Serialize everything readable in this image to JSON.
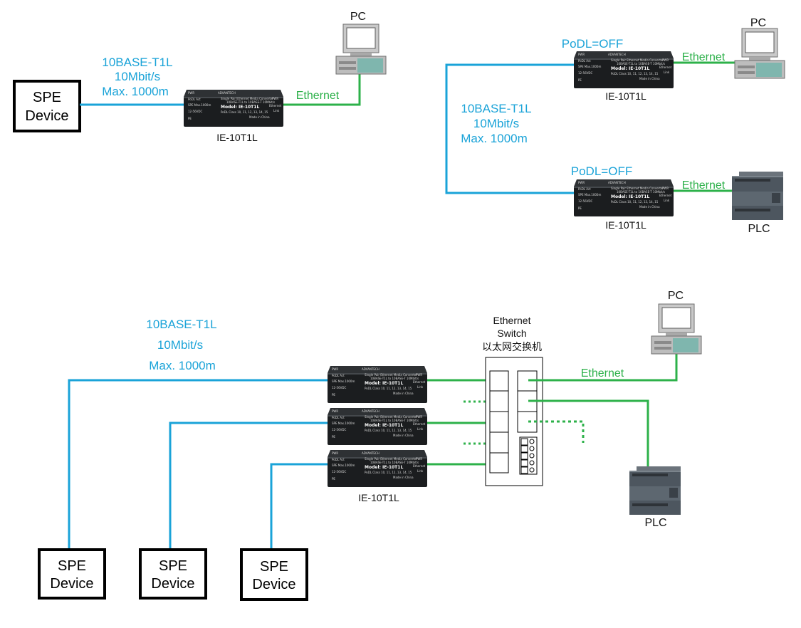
{
  "colors": {
    "spe_link": "#1aa3d8",
    "ethernet_link": "#2db14a",
    "frame": "#000000"
  },
  "diagram1": {
    "spe_device": {
      "line1": "SPE",
      "line2": "Device"
    },
    "link": {
      "line1": "10BASE-T1L",
      "line2": "10Mbit/s",
      "line3": "Max. 1000m"
    },
    "converter_label": "IE-10T1L",
    "ethernet_label": "Ethernet",
    "pc_label": "PC"
  },
  "diagram2": {
    "podl_top": "PoDL=OFF",
    "podl_bottom": "PoDL=OFF",
    "link": {
      "line1": "10BASE-T1L",
      "line2": "10Mbit/s",
      "line3": "Max. 1000m"
    },
    "converter_top_label": "IE-10T1L",
    "converter_bottom_label": "IE-10T1L",
    "ethernet_top": "Ethernet",
    "ethernet_bottom": "Ethernet",
    "pc_label": "PC",
    "plc_label": "PLC"
  },
  "diagram3": {
    "link": {
      "line1": "10BASE-T1L",
      "line2": "10Mbit/s",
      "line3": "Max. 1000m"
    },
    "switch": {
      "line1": "Ethernet",
      "line2": "Switch",
      "line3": "以太网交换机"
    },
    "ethernet_label": "Ethernet",
    "converter_label": "IE-10T1L",
    "pc_label": "PC",
    "plc_label": "PLC",
    "spe_devices": [
      {
        "line1": "SPE",
        "line2": "Device"
      },
      {
        "line1": "SPE",
        "line2": "Device"
      },
      {
        "line1": "SPE",
        "line2": "Device"
      }
    ]
  },
  "converter_face": {
    "brand": "ADVANTECH",
    "title": "Single Pair Ethernet Media Converter",
    "subtitle": "10BASE-T1L to 10BASE-T 10Mbit/s",
    "model": "Model: IE-10T1L",
    "podl": "PoDL Class 10, 11, 12, 13, 14, 15",
    "made": "Made in China",
    "port": "Ethernet"
  }
}
